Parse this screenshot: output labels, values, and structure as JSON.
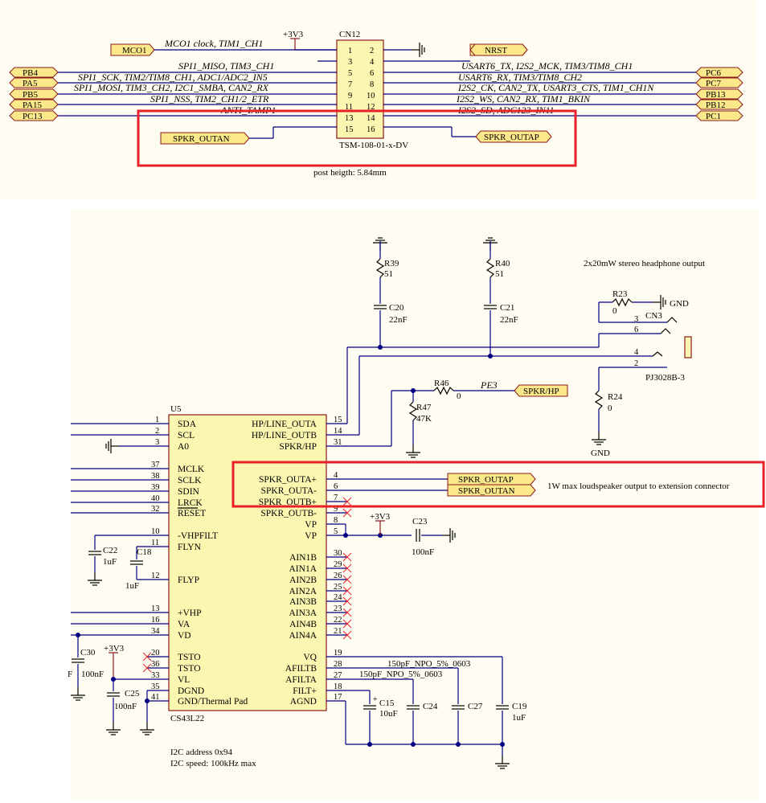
{
  "connector": {
    "power": "+3V3",
    "ref": "CN12",
    "part": "TSM-108-01-x-DV",
    "note": "post heigth: 5.84mm",
    "pins_left": [
      "1",
      "3",
      "5",
      "7",
      "9",
      "11",
      "13",
      "15"
    ],
    "pins_right": [
      "2",
      "4",
      "6",
      "8",
      "10",
      "12",
      "14",
      "16"
    ],
    "left_ports": [
      "MCO1",
      "PB4",
      "PA5",
      "PB5",
      "PA15",
      "PC13",
      "SPKR_OUTAN"
    ],
    "right_ports": [
      "NRST",
      "PC6",
      "PC7",
      "PB13",
      "PB12",
      "PC1",
      "SPKR_OUTAP"
    ],
    "left_signals": [
      "MCO1 clock, TIM1_CH1",
      "SPI1_MISO, TIM3_CH1",
      "SPI1_SCK, TIM2/TIM8_CH1, ADC1/ADC2_IN5",
      "SPI1_MOSI, TIM3_CH2, I2C1_SMBA, CAN2_RX",
      "SPI1_NSS, TIM2_CH1/2_ETR",
      "ANTI_TAMP1"
    ],
    "right_signals": [
      "USART6_TX, I2S2_MCK, TIM3/TIM8_CH1",
      "USART6_RX, TIM3/TIM8_CH2",
      "I2S2_CK, CAN2_TX, USART3_CTS, TIM1_CH1N",
      "I2S2_WS, CAN2_RX, TIM1_BKIN",
      "I2S2_SD, ADC123_IN11"
    ]
  },
  "codec": {
    "ref": "U5",
    "part": "CS43L22",
    "left_pins": [
      {
        "num": "1",
        "name": "SDA"
      },
      {
        "num": "2",
        "name": "SCL"
      },
      {
        "num": "3",
        "name": "A0"
      },
      {
        "num": "37",
        "name": "MCLK"
      },
      {
        "num": "38",
        "name": "SCLK"
      },
      {
        "num": "39",
        "name": "SDIN"
      },
      {
        "num": "40",
        "name": "LRCK"
      },
      {
        "num": "32",
        "name": "RESET"
      },
      {
        "num": "10",
        "name": "-VHPFILT"
      },
      {
        "num": "11",
        "name": "FLYN"
      },
      {
        "num": "12",
        "name": "FLYP"
      },
      {
        "num": "13",
        "name": "+VHP"
      },
      {
        "num": "16",
        "name": "VA"
      },
      {
        "num": "34",
        "name": "VD"
      },
      {
        "num": "20",
        "name": "TSTO"
      },
      {
        "num": "36",
        "name": "TSTO"
      },
      {
        "num": "33",
        "name": "VL"
      },
      {
        "num": "35",
        "name": "DGND"
      },
      {
        "num": "41",
        "name": "GND/Thermal Pad"
      }
    ],
    "right_pins": [
      {
        "num": "15",
        "name": "HP/LINE_OUTA"
      },
      {
        "num": "14",
        "name": "HP/LINE_OUTB"
      },
      {
        "num": "31",
        "name": "SPKR/HP"
      },
      {
        "num": "4",
        "name": "SPKR_OUTA+"
      },
      {
        "num": "6",
        "name": "SPKR_OUTA-"
      },
      {
        "num": "7",
        "name": "SPKR_OUTB+"
      },
      {
        "num": "9",
        "name": "SPKR_OUTB-"
      },
      {
        "num": "8",
        "name": "VP"
      },
      {
        "num": "5",
        "name": "VP"
      },
      {
        "num": "30",
        "name": "AIN1B"
      },
      {
        "num": "29",
        "name": "AIN1A"
      },
      {
        "num": "26",
        "name": "AIN2B"
      },
      {
        "num": "25",
        "name": "AIN2A"
      },
      {
        "num": "24",
        "name": "AIN3B"
      },
      {
        "num": "23",
        "name": "AIN3A"
      },
      {
        "num": "22",
        "name": "AIN4B"
      },
      {
        "num": "21",
        "name": "AIN4A"
      },
      {
        "num": "19",
        "name": "VQ"
      },
      {
        "num": "28",
        "name": "AFILTB"
      },
      {
        "num": "27",
        "name": "AFILTA"
      },
      {
        "num": "18",
        "name": "FILT+"
      },
      {
        "num": "17",
        "name": "AGND"
      }
    ],
    "i2c_address": "I2C address 0x94",
    "i2c_speed": "I2C speed: 100kHz max"
  },
  "components": {
    "r39": {
      "ref": "R39",
      "val": "51"
    },
    "r40": {
      "ref": "R40",
      "val": "51"
    },
    "c20": {
      "ref": "C20",
      "val": "22nF"
    },
    "c21": {
      "ref": "C21",
      "val": "22nF"
    },
    "r23": {
      "ref": "R23",
      "val": "0"
    },
    "r24": {
      "ref": "R24",
      "val": "0"
    },
    "r46": {
      "ref": "R46",
      "val": "0"
    },
    "r47": {
      "ref": "R47",
      "val": "47K"
    },
    "c22": {
      "ref": "C22",
      "val": "1uF"
    },
    "c18": {
      "ref": "C18",
      "val": "1uF"
    },
    "c23": {
      "ref": "C23",
      "val": "100nF"
    },
    "c30": {
      "ref": "C30",
      "val": "100nF"
    },
    "c25": {
      "ref": "C25",
      "val": "100nF"
    },
    "c15": {
      "ref": "C15",
      "val": "10uF"
    },
    "c24": {
      "ref": "C24",
      "val": "150pF_NPO_5%_0603"
    },
    "c27": {
      "ref": "C27",
      "val": "150pF_NPO_5%_0603"
    },
    "c19": {
      "ref": "C19",
      "val": "1uF"
    }
  },
  "jack": {
    "ref": "CN3",
    "part": "PJ3028B-3",
    "pins": [
      "3",
      "6",
      "4",
      "2"
    ],
    "note": "2x20mW stereo headphone output"
  },
  "nets": {
    "pe3": "PE3",
    "spkr_hp": "SPKR/HP",
    "spkr_outap": "SPKR_OUTAP",
    "spkr_outan": "SPKR_OUTAN",
    "gnd": "GND",
    "v3": "+3V3",
    "f": "F"
  },
  "annotations": {
    "speaker_note": "1W max loudspeaker output to extension connector"
  },
  "colors": {
    "wire": "#000080",
    "highlight": "#e8202a",
    "port_fill": "#fbe88a",
    "ic_fill": "#fbf7b0",
    "background": "#fffdf2"
  }
}
